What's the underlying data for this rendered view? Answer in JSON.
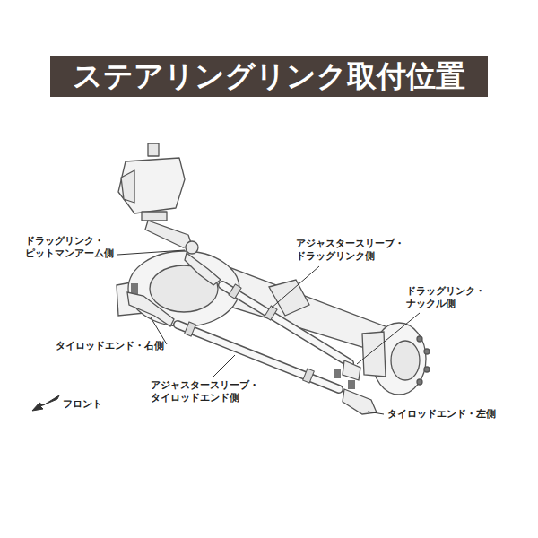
{
  "diagram": {
    "title": "ステアリングリンク取付位置",
    "labels": [
      "ドラッグリンク・ ピットマンアーム側",
      "アジャスタースリーブ・ ドラッグリンク側",
      "ドラッグリンク・ ナックル側",
      "タイロッドエンド・右側",
      "アジャスタースリーブ・ タイロッドエンド側",
      "タイロッドエンド・左側",
      "フロント"
    ]
  }
}
